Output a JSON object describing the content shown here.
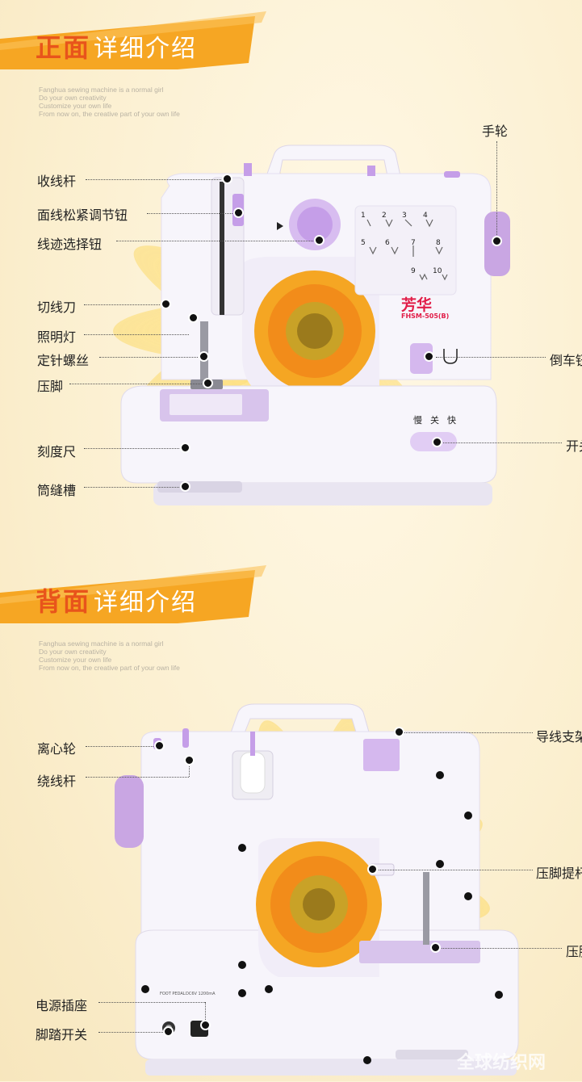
{
  "front": {
    "title_bold": "正面",
    "title_rest": "详细介绍",
    "slogan": [
      "Fanghua sewing machine is a normal girl",
      "Do your own creativity",
      "Customize your own life",
      "From now on, the creative part of your own life"
    ],
    "labels_left": [
      "收线杆",
      "面线松紧调节钮",
      "线迹选择钮",
      "切线刀",
      "照明灯",
      "定针螺丝",
      "压脚",
      "刻度尺",
      "筒缝槽"
    ],
    "labels_right": [
      "手轮",
      "倒车钮",
      "开关"
    ],
    "brand": "芳华",
    "model": "FHSM-505(B)",
    "speed_labels": [
      "慢",
      "关",
      "快"
    ],
    "stitch_numbers": [
      "1",
      "2",
      "3",
      "4",
      "5",
      "6",
      "7",
      "8",
      "9",
      "10"
    ]
  },
  "back": {
    "title_bold": "背面",
    "title_rest": "详细介绍",
    "slogan": [
      "Fanghua sewing machine is a normal girl",
      "Do your own creativity",
      "Customize your own life",
      "From now on, the creative part of your own life"
    ],
    "labels_left": [
      "离心轮",
      "绕线杆",
      "电源插座",
      "脚踏开关"
    ],
    "labels_right": [
      "导线支架",
      "压脚提杆",
      "压脚"
    ],
    "port_labels": [
      "FOOT PEDAL",
      "DC6V 1200mA"
    ],
    "watermark": "全球纺织网"
  },
  "colors": {
    "accent": "#f6a623",
    "title": "#e8541b",
    "machine": "#f7f5fb",
    "lilac": "#c9a6e3"
  }
}
